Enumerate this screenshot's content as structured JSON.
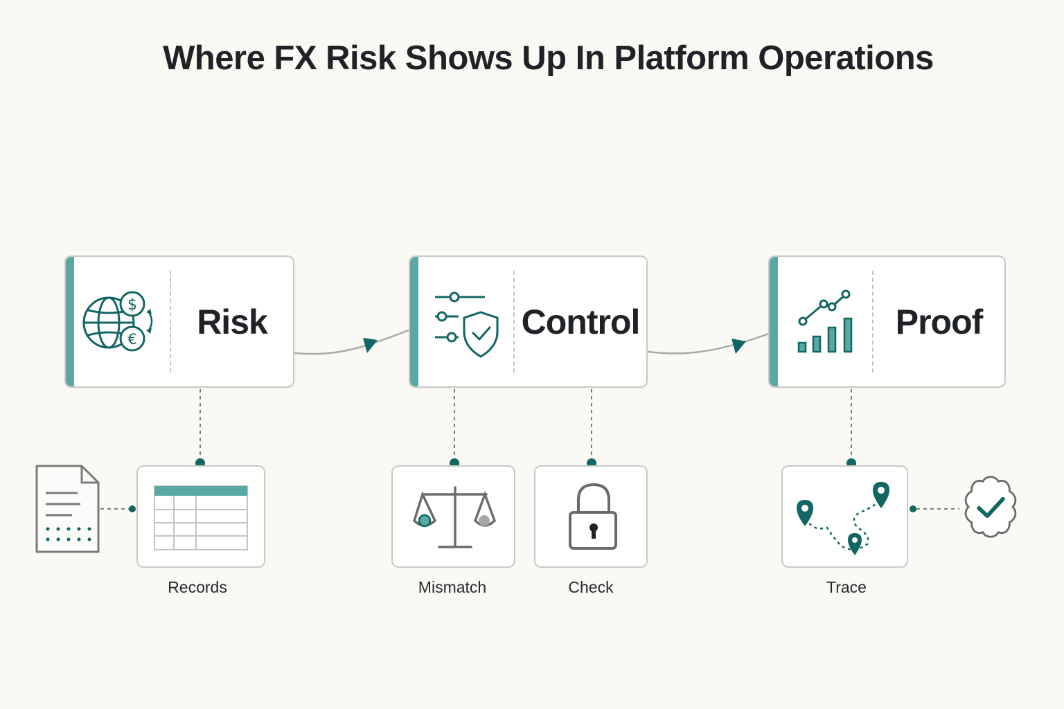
{
  "title": "Where FX Risk Shows Up In Platform Operations",
  "stages": [
    {
      "label": "Risk",
      "icon": "globe-currency-exchange-icon"
    },
    {
      "label": "Control",
      "icon": "sliders-shield-check-icon"
    },
    {
      "label": "Proof",
      "icon": "trend-bar-chart-icon"
    }
  ],
  "items": [
    {
      "label": "Records",
      "icon": "table-icon"
    },
    {
      "label": "Mismatch",
      "icon": "balance-scale-icon"
    },
    {
      "label": "Check",
      "icon": "padlock-icon"
    },
    {
      "label": "Trace",
      "icon": "map-route-pins-icon"
    }
  ],
  "extras": [
    {
      "icon": "document-icon"
    },
    {
      "icon": "verified-badge-icon"
    }
  ],
  "colors": {
    "background": "#fbf9f4",
    "accent_teal": "#5aa8a4",
    "dark_teal": "#116563",
    "border_gray": "#c9c9c6",
    "text_dark": "#1f2226"
  }
}
